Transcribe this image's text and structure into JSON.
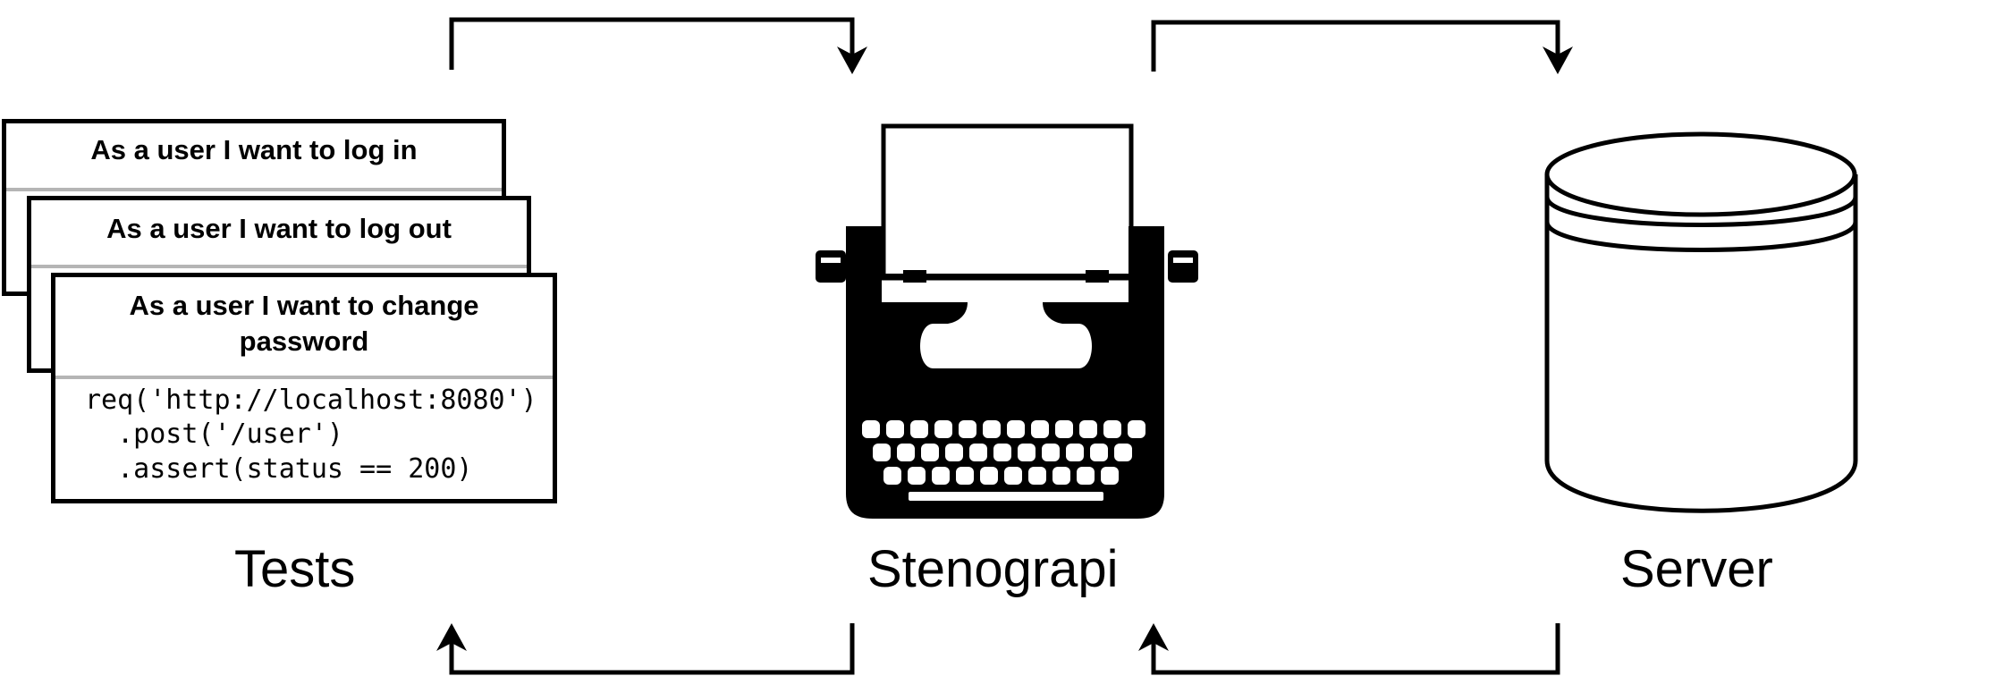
{
  "cards": [
    {
      "title": "As a user I want to log in"
    },
    {
      "title": "As a user I want to log out"
    },
    {
      "title_line1": "As a user I want to change",
      "title_line2": "password",
      "code": [
        "req('http://localhost:8080')",
        "  .post('/user')",
        "  .assert(status == 200)"
      ]
    }
  ],
  "labels": {
    "tests": "Tests",
    "proxy": "Stenograpi",
    "server": "Server"
  }
}
